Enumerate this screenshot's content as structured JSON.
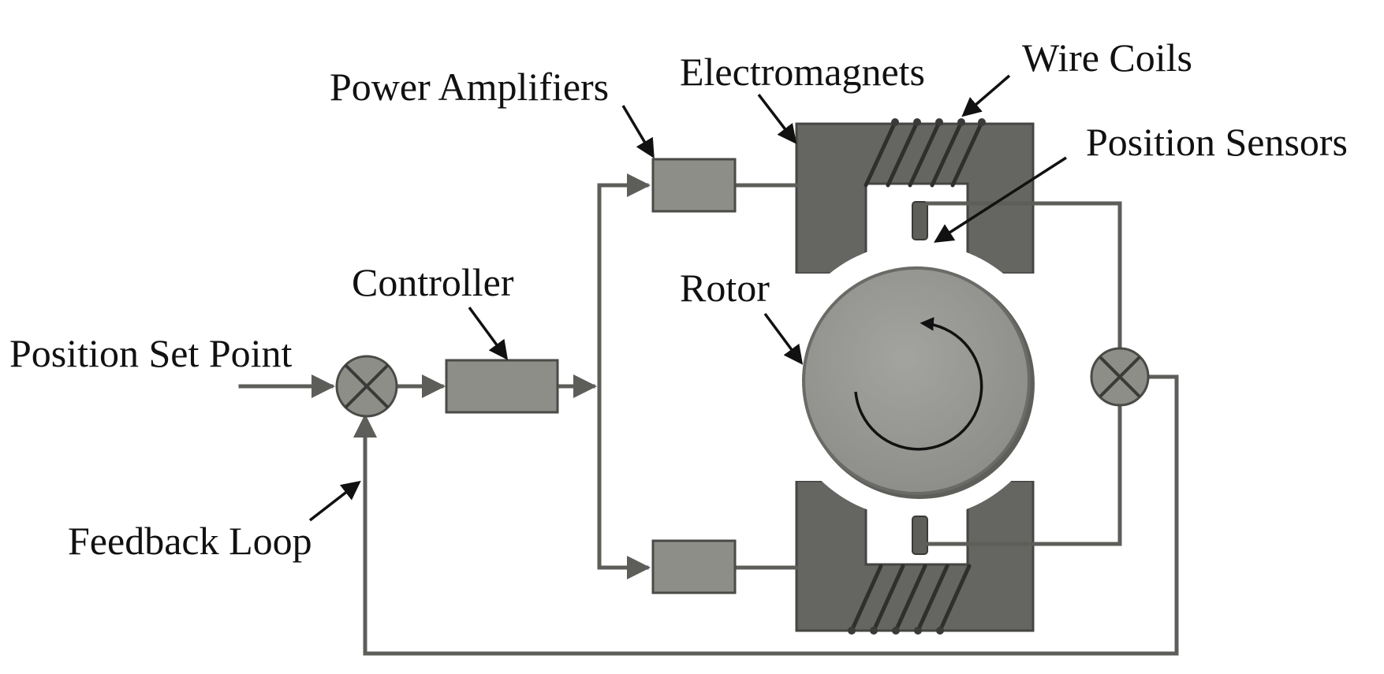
{
  "labels": {
    "power_amplifiers": "Power Amplifiers",
    "electromagnets": "Electromagnets",
    "wire_coils": "Wire Coils",
    "position_sensors": "Position Sensors",
    "controller": "Controller",
    "rotor": "Rotor",
    "position_set_point": "Position Set Point",
    "feedback_loop": "Feedback Loop"
  },
  "colors": {
    "component_fill": "#8e8e89",
    "electromagnet_core": "#656562",
    "rotor_fill": "#999995",
    "wire": "#5d5d5a",
    "text": "#111111"
  },
  "icons": {
    "summing_junction": "circled-x",
    "rotation": "circular-arrow"
  }
}
